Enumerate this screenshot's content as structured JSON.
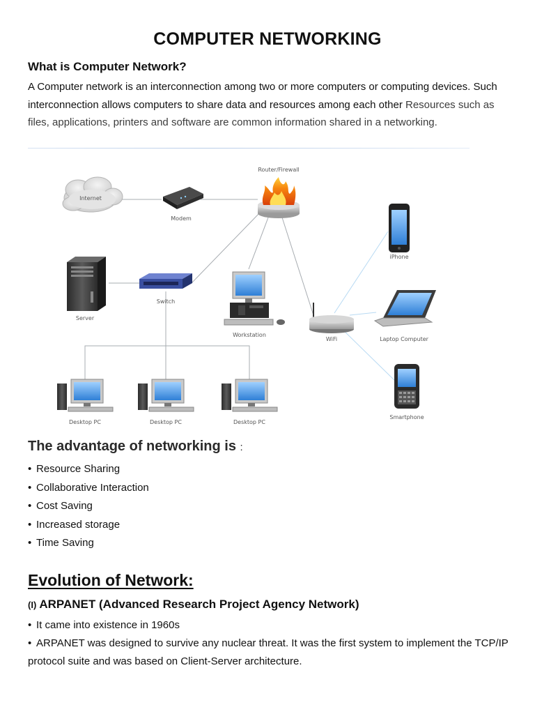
{
  "title": "COMPUTER NETWORKING",
  "what_heading": "What is Computer Network?",
  "intro_main": "A Computer network is an interconnection among two or more computers or computing devices. Such interconnection allows computers to share data and resources among each other",
  "intro_soft": "Resources such as files, applications, printers and software are common information shared in a networking.",
  "diagram": {
    "labels": {
      "internet": "Internet",
      "modem": "Modem",
      "router": "Router/Firewall",
      "iphone": "iPhone",
      "server": "Server",
      "switch": "Switch",
      "workstation": "Workstation",
      "wifi": "WiFi",
      "laptop": "Laptop Computer",
      "desktop1": "Desktop PC",
      "desktop2": "Desktop PC",
      "desktop3": "Desktop PC",
      "smartphone": "Smartphone"
    },
    "colors": {
      "flame_outer": "#f26a0e",
      "flame_inner": "#ffd23a",
      "screen": "#3d8ee0",
      "switch": "#3a4fa0",
      "link": "#9aa0a6",
      "wifi_link": "#a8d0ee"
    }
  },
  "advantage": {
    "heading": "The advantage of networking is",
    "colon": ":",
    "bullet": "•",
    "items": [
      "Resource Sharing",
      "Collaborative Interaction",
      "Cost Saving",
      "Increased storage",
      "Time Saving"
    ]
  },
  "evolution_heading": "Evolution of Network:",
  "arpanet": {
    "num": "(I)",
    "heading": "ARPANET (Advanced Research Project Agency Network)",
    "items": [
      "It came into existence in 1960s",
      "ARPANET was designed to survive any nuclear threat. It was the first system to implement the TCP/IP protocol suite and was based on Client-Server architecture."
    ]
  }
}
